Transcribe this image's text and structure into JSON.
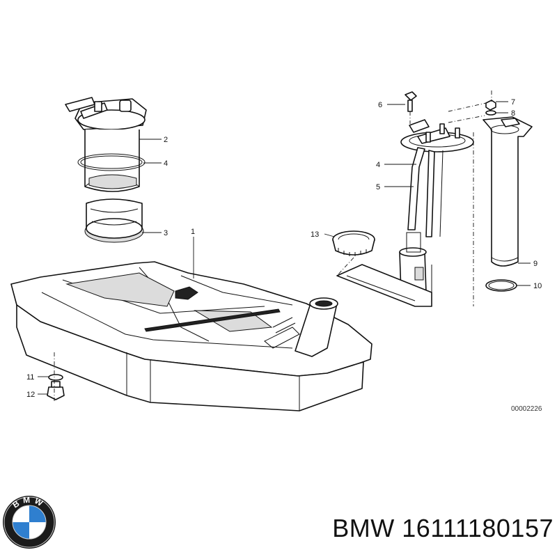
{
  "callouts": {
    "c1": "1",
    "c2": "2",
    "c3": "3",
    "c4a": "4",
    "c4b": "4",
    "c5": "5",
    "c6": "6",
    "c7": "7",
    "c8": "8",
    "c9": "9",
    "c10": "10",
    "c11": "11",
    "c12": "12",
    "c13": "13"
  },
  "drawing_ref": "00002226",
  "caption": "BMW 16111180157",
  "logo": {
    "name": "bmw-roundel-logo",
    "text": "BMW",
    "colors": {
      "blue": "#2f7fcf",
      "ring": "#1b1b1b",
      "white": "#ffffff"
    }
  }
}
